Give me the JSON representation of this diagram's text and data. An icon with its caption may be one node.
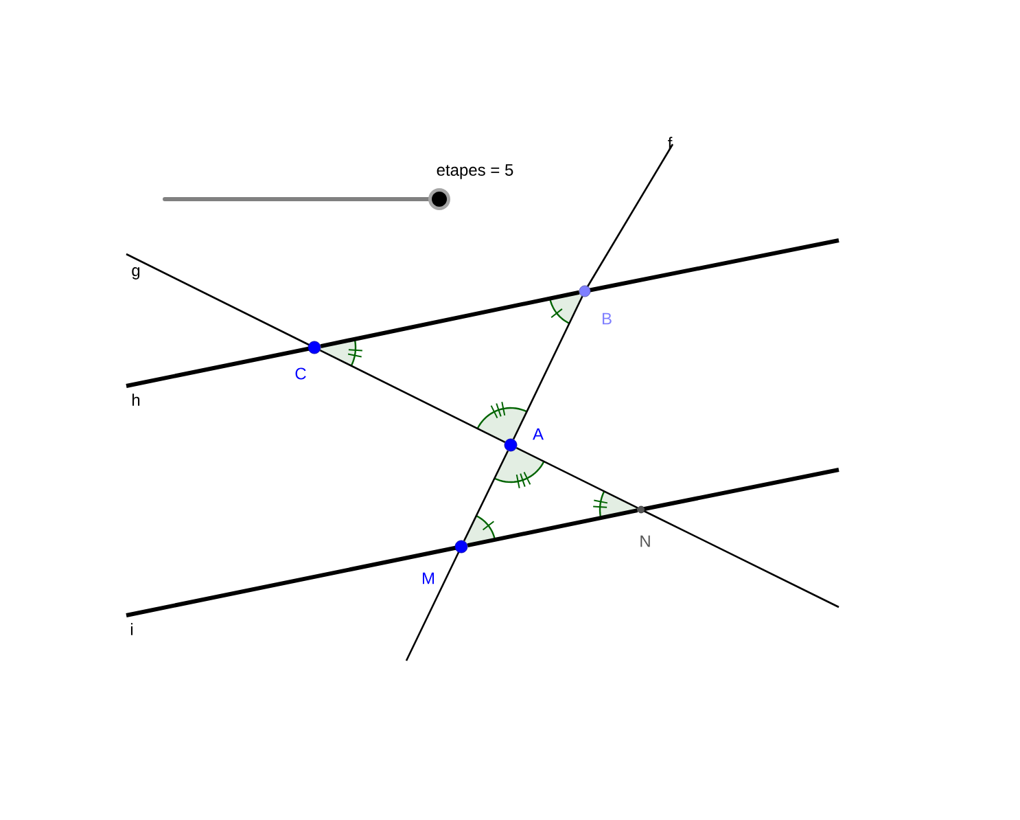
{
  "diagram": {
    "nodes": [
      {
        "text": [],
        "shape": "circle",
        "beside": [
          "B"
        ]
      },
      {
        "text": [],
        "shape": "circle",
        "beside": [
          "C"
        ]
      },
      {
        "text": [],
        "shape": "circle",
        "beside": [
          "A"
        ]
      },
      {
        "text": [],
        "shape": "circle",
        "beside": [
          "N"
        ]
      },
      {
        "text": [],
        "shape": "circle",
        "beside": [
          "M"
        ]
      }
    ],
    "edges": [
      {
        "from": 1,
        "to": 0,
        "arrow": "none",
        "style": "thick"
      },
      {
        "from": 1,
        "to": 2,
        "arrow": "none"
      },
      {
        "from": 2,
        "to": 3,
        "arrow": "none"
      },
      {
        "from": 0,
        "to": 2,
        "arrow": "none"
      },
      {
        "from": 2,
        "to": 4,
        "arrow": "none"
      },
      {
        "from": 4,
        "to": 3,
        "arrow": "none",
        "style": "thick"
      }
    ],
    "labels": [
      "f",
      "etapes = 5",
      "g",
      "h",
      "i"
    ]
  }
}
